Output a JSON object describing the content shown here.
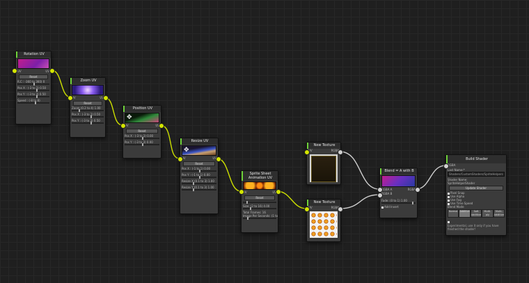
{
  "nodes": {
    "rotation": {
      "title": "Rotation UV",
      "in": "UV",
      "out": "UV",
      "reset": "Reset",
      "preview_colors": [
        "#c21e8d",
        "#8a1fa8"
      ],
      "params": [
        "R.C : -360 to 360) 0",
        "Pos X : (-3 to 3) 0.50",
        "Pos Y : (-3 to 3) 0.50",
        "Speed : (-8 to 8)"
      ]
    },
    "zoom": {
      "title": "Zoom UV",
      "in": "UV",
      "out": "UV",
      "reset": "Reset",
      "preview_colors": [
        "#c9a9ff",
        "#2c1a7a"
      ],
      "params": [
        "Zoom (0.2 to 4) 1.00",
        "Pos X : (-3 to 3) 0.50",
        "Pos Y : (-3 to 3) 0.50"
      ]
    },
    "position": {
      "title": "Position UV",
      "in": "UV",
      "out": "UV",
      "reset": "Reset",
      "params": [
        "Pos X : (-3 to 3) 0.00",
        "Pos Y : (-3 to 3) 0.00"
      ]
    },
    "resize": {
      "title": "Resize UV",
      "in": "UV",
      "out": "UV",
      "reset": "Reset",
      "params": [
        "Pos X : (-1 to 1) 0.00",
        "Pos Y : (-1 to 1) 0.00",
        "Resize X (0.1 to 3) 1.00",
        "Resize Y (0.1 to 3) 1.00"
      ]
    },
    "sprite": {
      "title": "Sprite Sheet Animation UV",
      "in": "UV",
      "out": "UV",
      "reset": "Reset",
      "params": [
        "Size: (2 to 16) 4.00",
        "Total Frames: 16",
        "Image Per Seconds: (1 to 120) 15.00"
      ]
    },
    "tex1": {
      "title": "New Texture",
      "in": "UV",
      "out": "RGBA"
    },
    "tex2": {
      "title": "New Texture",
      "in": "UV",
      "out": "RGBA"
    },
    "blend": {
      "title": "Blend = A with B",
      "in_a": "RGBA A",
      "in_b": "RGBA B",
      "out": "RGBA",
      "params": [
        "Fade: (0 to 1) 1.00"
      ],
      "checkbox": "Add Invert"
    },
    "build": {
      "title": "Build Shader",
      "in": "RGBA",
      "shader_name_label": "Last Name:*",
      "shader_name_value": "Shaders/CustomShaders/SpriteHelpers",
      "shader_label": "Shader Name:",
      "shader_value": "SpriteHelperShader",
      "update_button": "Update Shader",
      "checks": [
        "Pixel Snap",
        "Use Alpha",
        "Use Fog",
        "Use Time Speed"
      ],
      "blend_mode_label": "Blend Mode",
      "blend_modes": [
        "Normal",
        "Additive",
        "Soft Additive",
        "Multi-ply",
        "Multi-Additive"
      ],
      "note": "Experimental, use it only if you have finished the shader!"
    }
  }
}
